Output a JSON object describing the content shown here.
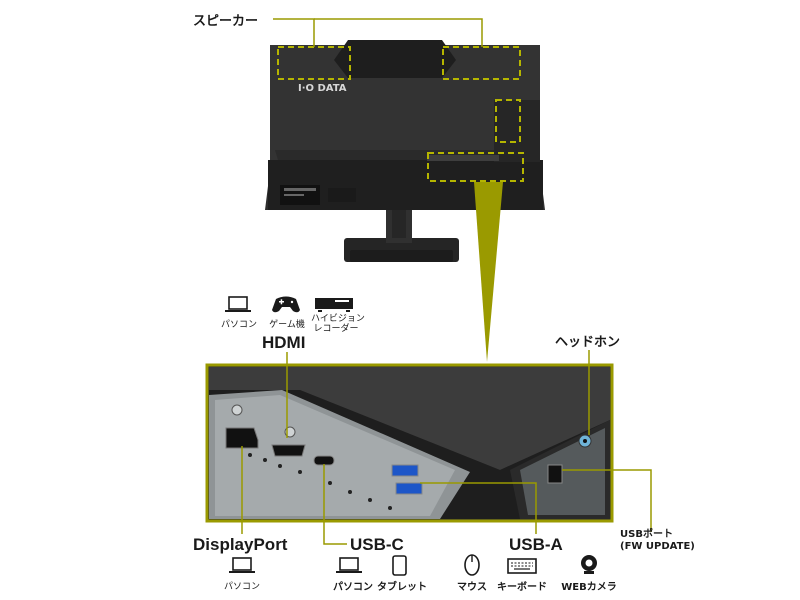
{
  "monitor": {
    "brand": "I·O DATA"
  },
  "labels": {
    "speaker": "スピーカー",
    "hdmi": "HDMI",
    "headphone": "ヘッドホン",
    "displayport": "DisplayPort",
    "usb_c": "USB-C",
    "usb_a": "USB-A",
    "usb_port_line1": "USBポート",
    "usb_port_line2": "(FW UPDATE)"
  },
  "devices": {
    "hdmi": [
      "パソコン",
      "ゲーム機",
      "ハイビジョン",
      "レコーダー"
    ],
    "displayport": [
      "パソコン"
    ],
    "usb_c": [
      "パソコン",
      "タブレット"
    ],
    "usb_a": [
      "マウス",
      "キーボード",
      "WEBカメラ"
    ]
  },
  "colors": {
    "accent": "#9a9a00",
    "monitor_body": "#2b2b2b",
    "panel": "#3a3a3a",
    "text": "#1a1a1a"
  }
}
